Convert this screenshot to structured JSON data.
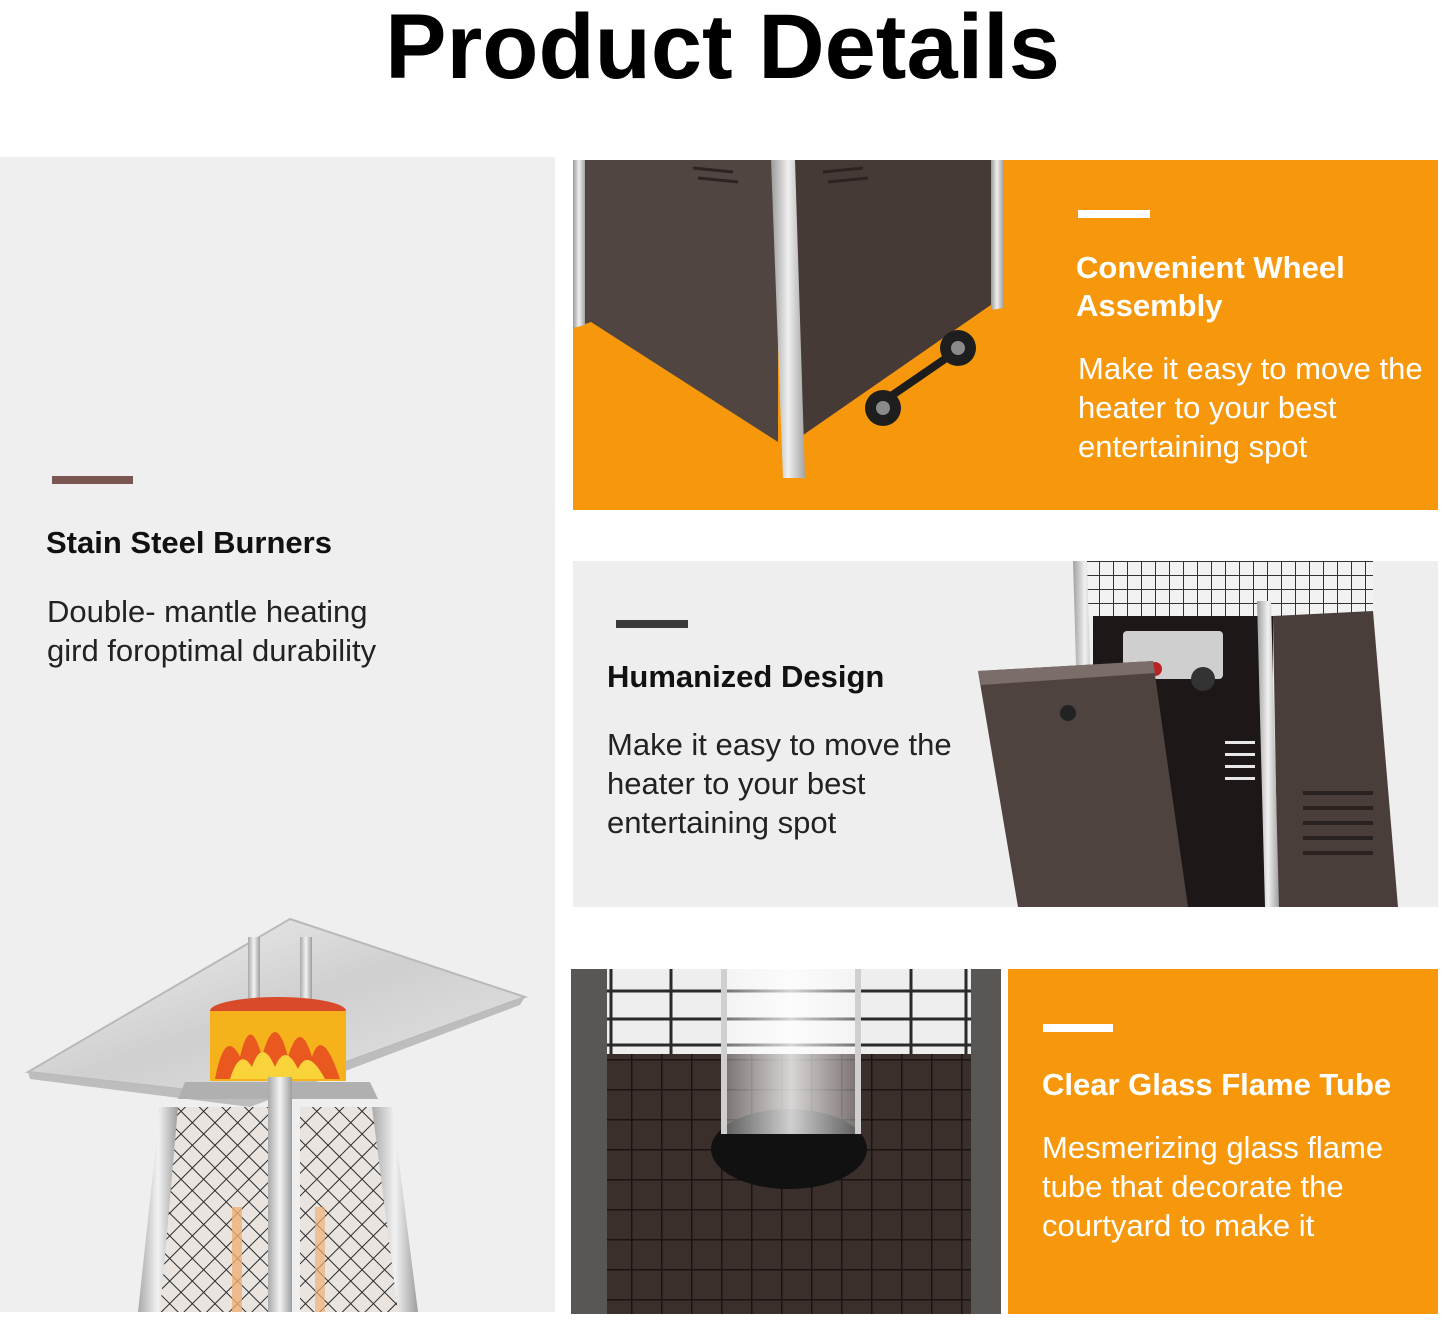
{
  "header": {
    "title": "Product Details"
  },
  "features": {
    "burners": {
      "title": "Stain Steel Burners",
      "body": "Double- mantle heating gird foroptimal durability"
    },
    "wheel": {
      "title": "Convenient Wheel Assembly",
      "body": "Make it easy to move the heater to your best entertaining spot"
    },
    "design": {
      "title": "Humanized Design",
      "body": "Make it easy to move the heater to your best entertaining spot"
    },
    "glass": {
      "title": "Clear Glass Flame Tube",
      "body": "Mesmerizing glass flame tube that decorate the courtyard to make it"
    }
  },
  "colors": {
    "accent_orange": "#f7980c",
    "heater_brown": "#4a3e3a",
    "steel": "#c9c9c9",
    "burner_dash": "#7a5650",
    "design_dash": "#3a3a3a"
  }
}
